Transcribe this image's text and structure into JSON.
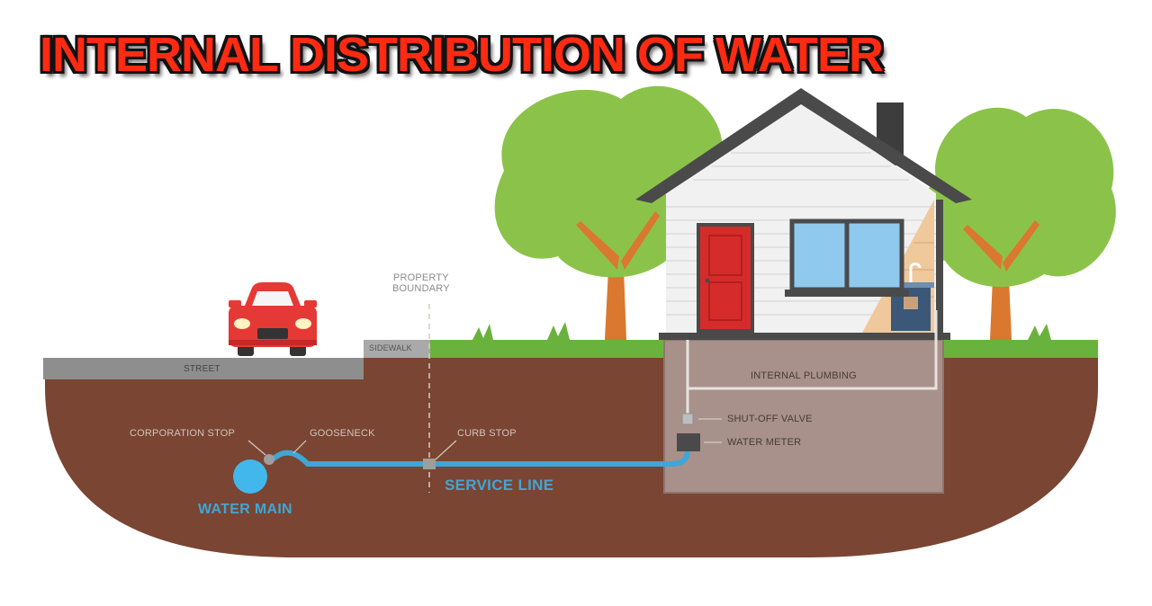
{
  "title": "INTERNAL DISTRIBUTION OF WATER",
  "labels": {
    "property_boundary_line1": "PROPERTY",
    "property_boundary_line2": "BOUNDARY",
    "sidewalk": "SIDEWALK",
    "street": "STREET",
    "internal_plumbing": "INTERNAL PLUMBING",
    "shut_off_valve": "SHUT-OFF VALVE",
    "water_meter": "WATER METER",
    "corporation_stop": "CORPORATION STOP",
    "gooseneck": "GOOSENECK",
    "curb_stop": "CURB STOP",
    "service_line": "SERVICE LINE",
    "water_main": "WATER MAIN"
  },
  "colors": {
    "title": "#ff2a12",
    "soil": "#7a4532",
    "grass": "#6ab23e",
    "pipe": "#3fa6d6",
    "tree": "#8bc34a",
    "trunk": "#d9782e",
    "roof": "#4a4a4a",
    "door": "#d62b2b",
    "car": "#e53935"
  }
}
